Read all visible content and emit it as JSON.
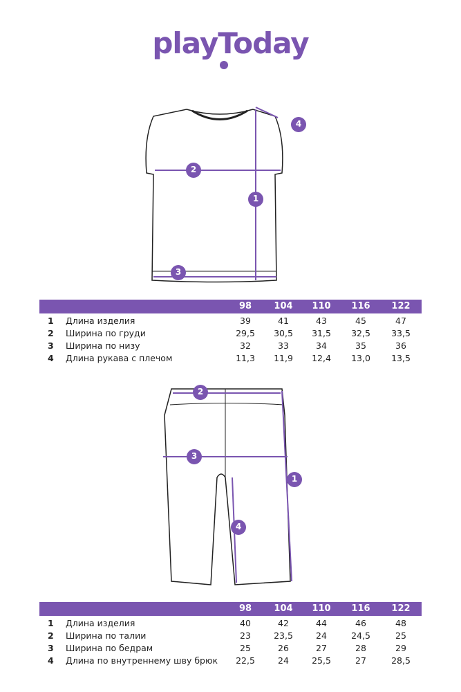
{
  "brand": {
    "name": "playToday",
    "color": "#7a55b0"
  },
  "sizes": [
    "98",
    "104",
    "110",
    "116",
    "122"
  ],
  "tshirt_table": {
    "rows": [
      {
        "num": "1",
        "label": "Длина изделия",
        "values": [
          "39",
          "41",
          "43",
          "45",
          "47"
        ]
      },
      {
        "num": "2",
        "label": "Ширина по груди",
        "values": [
          "29,5",
          "30,5",
          "31,5",
          "32,5",
          "33,5"
        ]
      },
      {
        "num": "3",
        "label": "Ширина по низу",
        "values": [
          "32",
          "33",
          "34",
          "35",
          "36"
        ]
      },
      {
        "num": "4",
        "label": "Длина рукава с плечом",
        "values": [
          "11,3",
          "11,9",
          "12,4",
          "13,0",
          "13,5"
        ]
      }
    ]
  },
  "shorts_table": {
    "rows": [
      {
        "num": "1",
        "label": "Длина изделия",
        "values": [
          "40",
          "42",
          "44",
          "46",
          "48"
        ]
      },
      {
        "num": "2",
        "label": "Ширина по талии",
        "values": [
          "23",
          "23,5",
          "24",
          "24,5",
          "25"
        ]
      },
      {
        "num": "3",
        "label": "Ширина по бедрам",
        "values": [
          "25",
          "26",
          "27",
          "28",
          "29"
        ]
      },
      {
        "num": "4",
        "label": "Длина по внутреннему шву брюк",
        "values": [
          "22,5",
          "24",
          "25,5",
          "27",
          "28,5"
        ]
      }
    ]
  },
  "tshirt_markers": [
    "1",
    "2",
    "3",
    "4"
  ],
  "shorts_markers": [
    "1",
    "2",
    "3",
    "4"
  ]
}
